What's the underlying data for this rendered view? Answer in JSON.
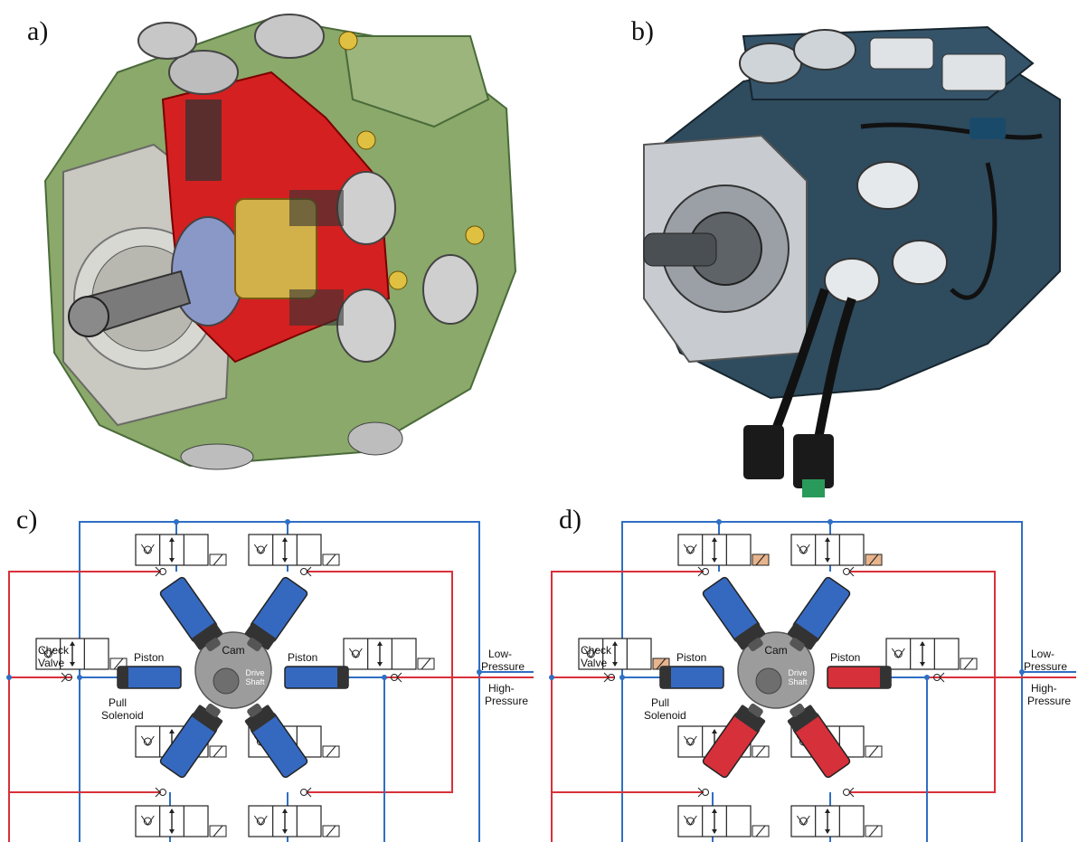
{
  "panels": {
    "a": {
      "label": "a)"
    },
    "b": {
      "label": "b)"
    },
    "c": {
      "label": "c)"
    },
    "d": {
      "label": "d)"
    }
  },
  "diagram_labels": {
    "check_valve_line1": "Check",
    "check_valve_line2": "Valve",
    "piston": "Piston",
    "cam": "Cam",
    "drive_line1": "Drive",
    "drive_line2": "Shaft",
    "pull_solenoid_line1": "Pull",
    "pull_solenoid_line2": "Solenoid",
    "low_pressure_line1": "Low-",
    "low_pressure_line2": "Pressure",
    "high_pressure_line1": "High-",
    "high_pressure_line2": "Pressure"
  },
  "colors": {
    "low_pressure_line": "#2f6fc4",
    "high_pressure_line": "#d8303a",
    "piston_blue": "#3569c0",
    "piston_red": "#d6303a",
    "solenoid_energized": "#e8b48c",
    "cam_gray": "#9c9c9c",
    "housing_green": "#7a9a5a",
    "cutaway_red": "#d42020",
    "pump_body": "#2e4a5c"
  }
}
